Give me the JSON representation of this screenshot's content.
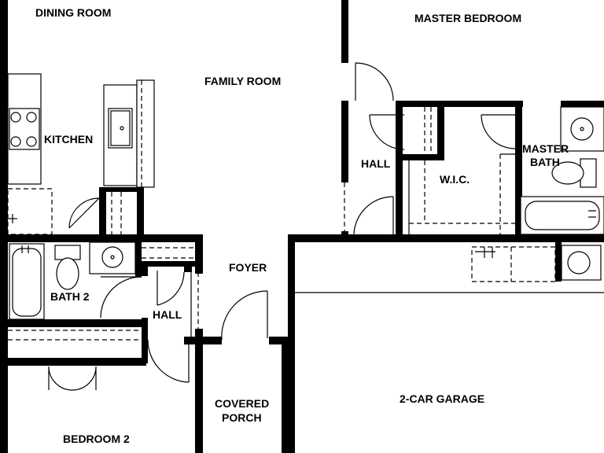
{
  "rooms": {
    "dining_room": "DINING ROOM",
    "master_bedroom": "MASTER BEDROOM",
    "family_room": "FAMILY ROOM",
    "kitchen": "KITCHEN",
    "hall_upper": "HALL",
    "wic": "W.I.C.",
    "master_bath_line1": "MASTER",
    "master_bath_line2": "BATH",
    "foyer": "FOYER",
    "bath2": "BATH 2",
    "hall_lower": "HALL",
    "covered_porch_line1": "COVERED",
    "covered_porch_line2": "PORCH",
    "garage": "2-CAR GARAGE",
    "bedroom2": "BEDROOM 2"
  }
}
